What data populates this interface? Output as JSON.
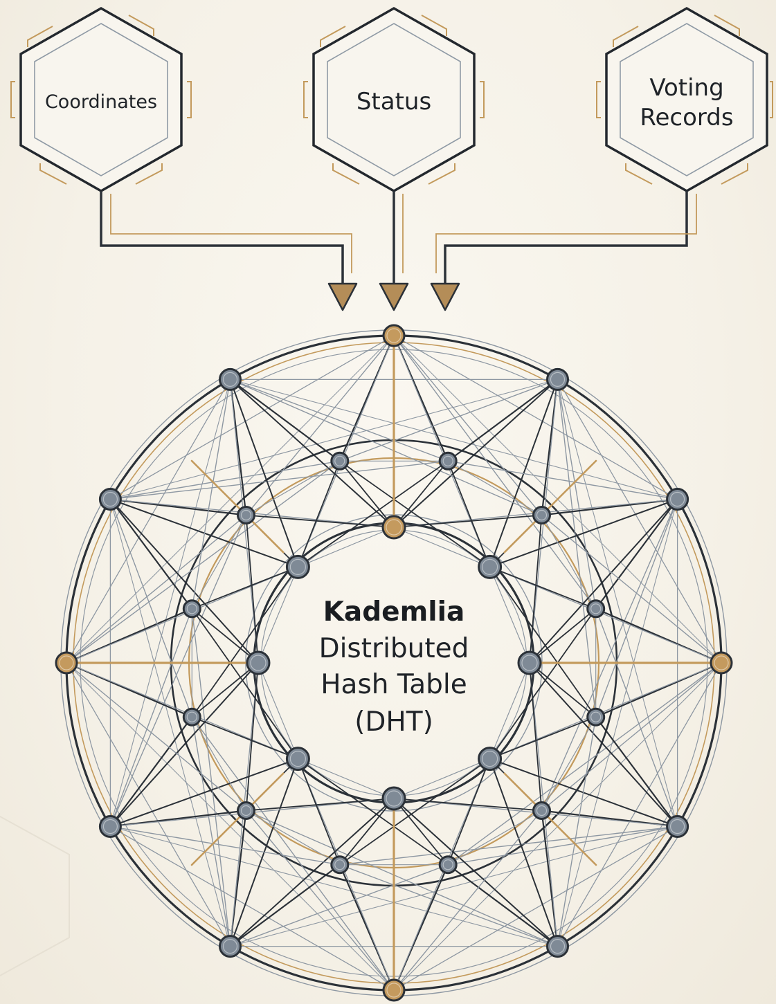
{
  "sources": [
    {
      "id": "coordinates",
      "lines": [
        "Coordinates"
      ]
    },
    {
      "id": "status",
      "lines": [
        "Status"
      ]
    },
    {
      "id": "voting-records",
      "lines": [
        "Voting",
        "Records"
      ]
    }
  ],
  "center": {
    "title": "Kademlia",
    "subtitle_lines": [
      "Distributed",
      "Hash Table",
      "(DHT)"
    ]
  },
  "colors": {
    "background": "#f6f2e9",
    "line_dark": "#2b3138",
    "line_light": "#8d97a2",
    "accent_gold": "#c39a5c",
    "node_fill": "#7f8a96",
    "node_gold": "#c49a5e"
  }
}
